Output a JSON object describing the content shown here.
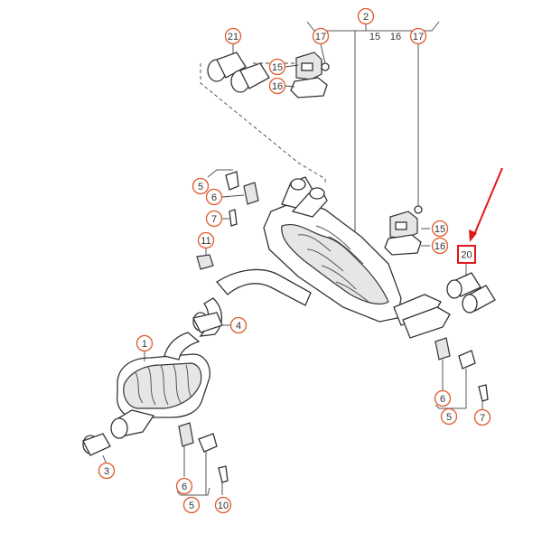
{
  "callouts": {
    "c1": "1",
    "c2": "2",
    "c3": "3",
    "c4": "4",
    "c5a": "5",
    "c5b": "5",
    "c5c": "5",
    "c6a": "6",
    "c6b": "6",
    "c6c": "6",
    "c7a": "7",
    "c7b": "7",
    "c10": "10",
    "c11": "11",
    "c15a": "15",
    "c15b": "15",
    "c15c": "15",
    "c16a": "16",
    "c16b": "16",
    "c16c": "16",
    "c17a": "17",
    "c17b": "17",
    "c20": "20",
    "c21": "21"
  },
  "colors": {
    "callout_circle": "#e05a2b",
    "highlight_box": "#e0171b",
    "arrow": "#e0171b",
    "line_art": "#333333"
  }
}
